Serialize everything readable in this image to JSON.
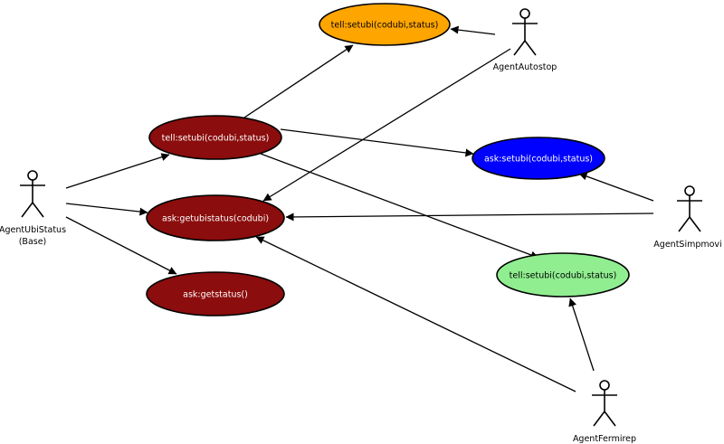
{
  "colors": {
    "dark_red": "#8b0d0d",
    "orange": "#ffa500",
    "blue": "#0000ff",
    "light_green": "#90ee90",
    "text_light": "#ffffff",
    "text_dark": "#000000"
  },
  "actors": {
    "agent_ubistatus": {
      "label_line1": "AgentUbiStatus",
      "label_line2": "(Base)"
    },
    "agent_autostop": {
      "label": "AgentAutostop"
    },
    "agent_simpmovi": {
      "label": "AgentSimpmovi"
    },
    "agent_fermirep": {
      "label": "AgentFermirep"
    }
  },
  "use_cases": {
    "tell_setubi_orange": {
      "label": "tell:setubi(codubi,status)",
      "fill": "orange"
    },
    "tell_setubi_red": {
      "label": "tell:setubi(codubi,status)",
      "fill": "dark_red"
    },
    "ask_setubi_blue": {
      "label": "ask:setubi(codubi,status)",
      "fill": "blue"
    },
    "ask_getubistatus": {
      "label": "ask:getubistatus(codubi)",
      "fill": "dark_red"
    },
    "ask_getstatus": {
      "label": "ask:getstatus()",
      "fill": "dark_red"
    },
    "tell_setubi_green": {
      "label": "tell:setubi(codubi,status)",
      "fill": "light_green"
    }
  }
}
